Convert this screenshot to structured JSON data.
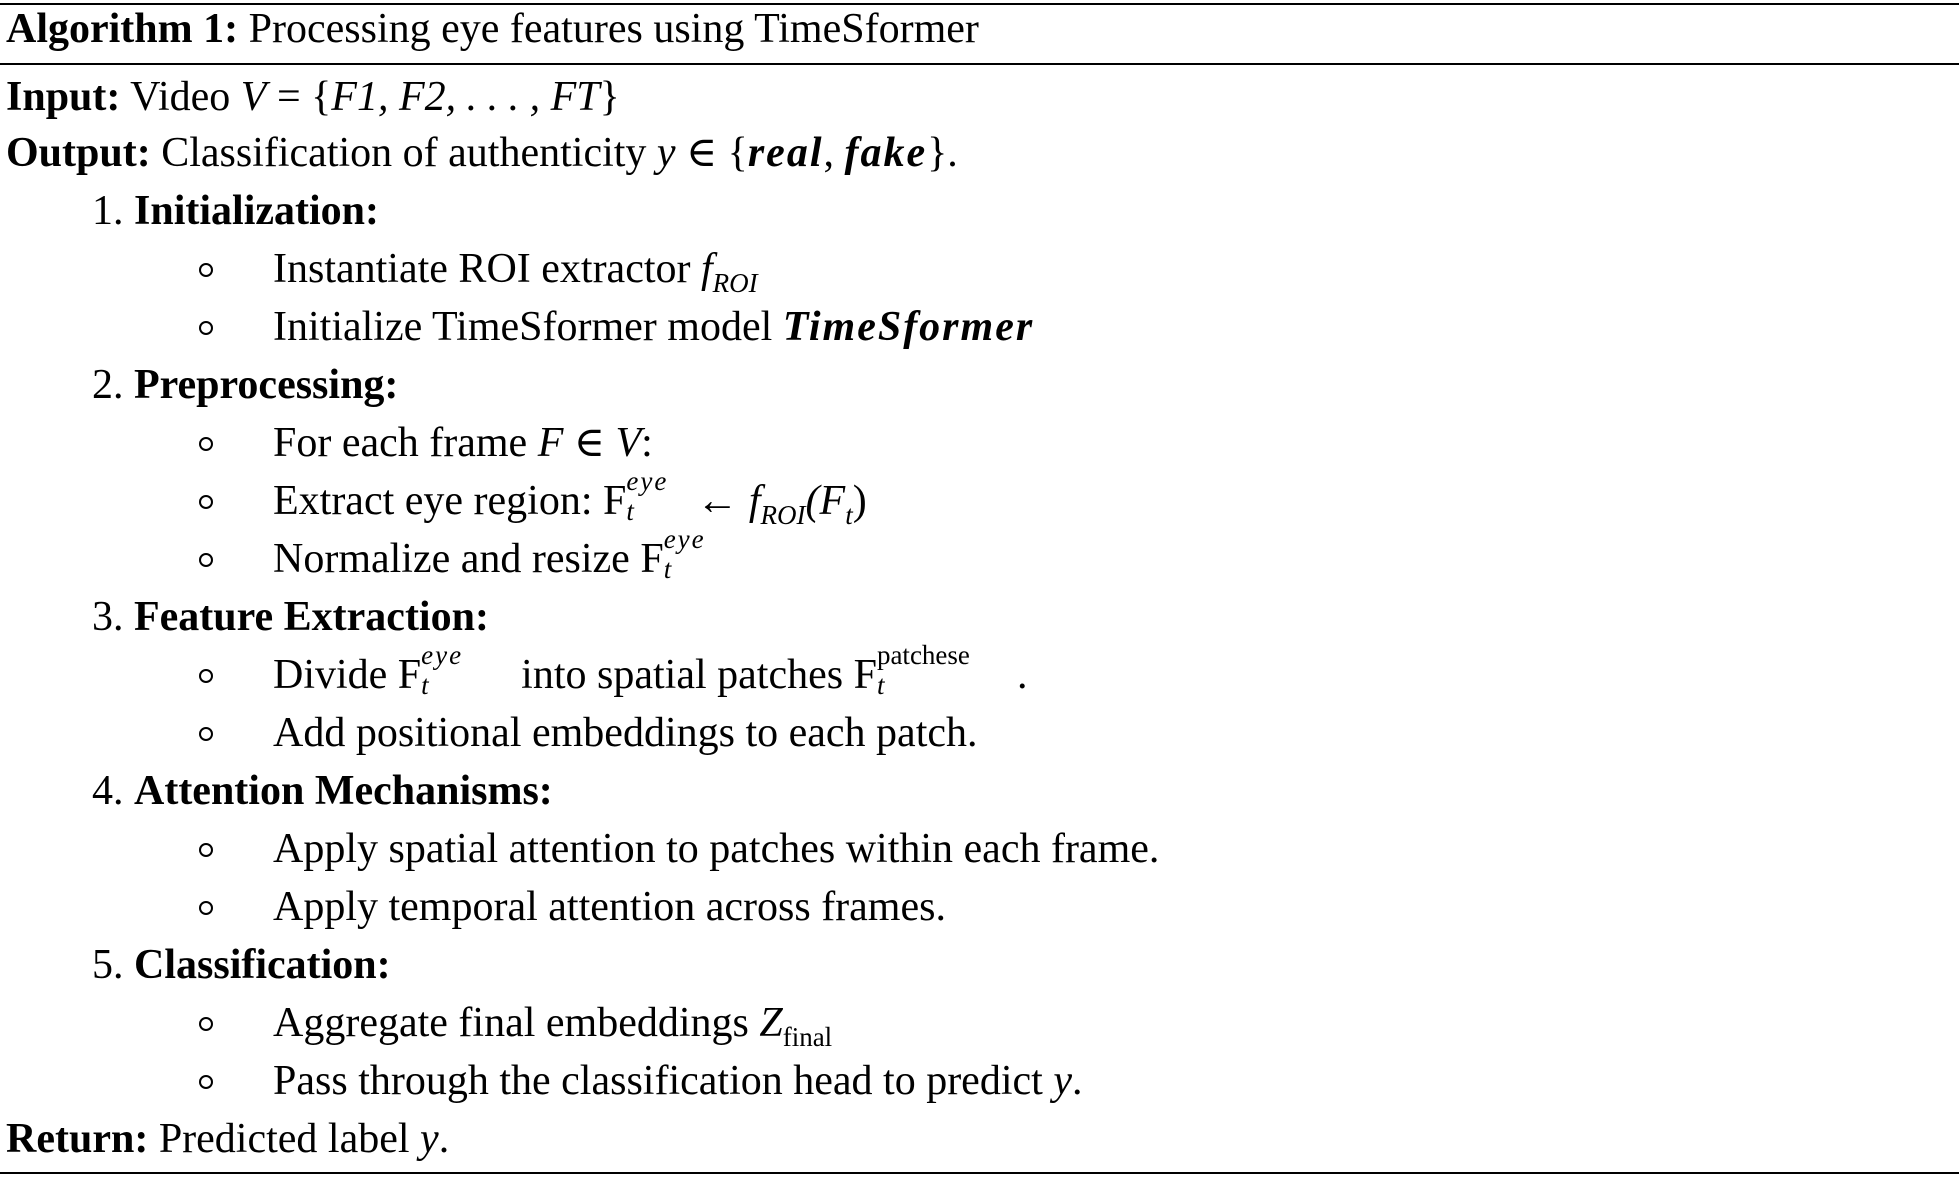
{
  "algorithm": {
    "label": "Algorithm 1:",
    "title": "Processing eye features using TimeSformer"
  },
  "input": {
    "label": "Input:",
    "text": "Video",
    "var": "V",
    "eq": " = {",
    "frames": "F1, F2, . . . , FT",
    "close": "}"
  },
  "output": {
    "label": "Output:",
    "text": "Classification of authenticity",
    "var": "y",
    "member": " ∈ {",
    "real": "real",
    "comma": ", ",
    "fake": "fake",
    "close": "}."
  },
  "steps": [
    {
      "num": "1.",
      "title": "Initialization:",
      "items": [
        {
          "pre": "Instantiate ROI extractor ",
          "f": "f",
          "sub": "ROI"
        },
        {
          "pre": "Initialize TimeSformer  model ",
          "model": "TimeSformer"
        }
      ]
    },
    {
      "num": "2.",
      "title": "Preprocessing:",
      "items": [
        {
          "pre": "For each frame ",
          "f": "F",
          "in": " ∈ ",
          "v": "V",
          "post": ":"
        },
        {
          "pre": "Extract eye region: F",
          "sup": "eye",
          "sub": "t",
          "arrow": "← ",
          "f": "f",
          "fsub": "ROI",
          "arg": "(F",
          "argsub": "t",
          "argclose": ")"
        },
        {
          "pre": "Normalize and resize F",
          "sup": "eye",
          "sub": "t"
        }
      ]
    },
    {
      "num": "3.",
      "title": "Feature Extraction:",
      "items": [
        {
          "pre": "Divide F",
          "sup": "eye",
          "sub": "t",
          "mid": "into spatial patches F",
          "sup2": "patchese",
          "sub2": "t",
          "post": "."
        },
        {
          "pre": "Add positional embeddings  to each patch."
        }
      ]
    },
    {
      "num": "4.",
      "title": "Attention Mechanisms:",
      "items": [
        {
          "pre": "Apply spatial attention to patches within each frame."
        },
        {
          "pre": "Apply temporal attention across frames."
        }
      ]
    },
    {
      "num": "5.",
      "title": "Classification:",
      "items": [
        {
          "pre": "Aggregate final embeddings  ",
          "z": "Z",
          "zsub": "final"
        },
        {
          "pre": "Pass through the classification head to predict ",
          "y": "y",
          "post": "."
        }
      ]
    }
  ],
  "return": {
    "label": "Return:",
    "text": " Predicted label ",
    "var": "y",
    "post": "."
  }
}
